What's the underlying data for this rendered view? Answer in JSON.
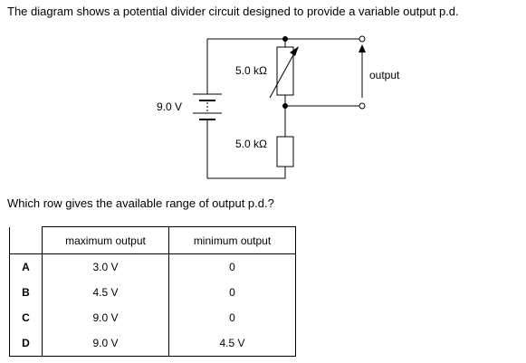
{
  "intro_text": "The diagram shows a potential divider circuit designed to provide a variable output p.d.",
  "circuit": {
    "battery_label": "9.0 V",
    "top_resistor_label": "5.0 kΩ",
    "bottom_resistor_label": "5.0 kΩ",
    "output_label": "output"
  },
  "question_text": "Which row gives the available range of output p.d.?",
  "table": {
    "headers": [
      "maximum output",
      "minimum output"
    ],
    "rows": [
      {
        "label": "A",
        "max": "3.0 V",
        "min": "0"
      },
      {
        "label": "B",
        "max": "4.5 V",
        "min": "0"
      },
      {
        "label": "C",
        "max": "9.0 V",
        "min": "0"
      },
      {
        "label": "D",
        "max": "9.0 V",
        "min": "4.5 V"
      }
    ]
  }
}
